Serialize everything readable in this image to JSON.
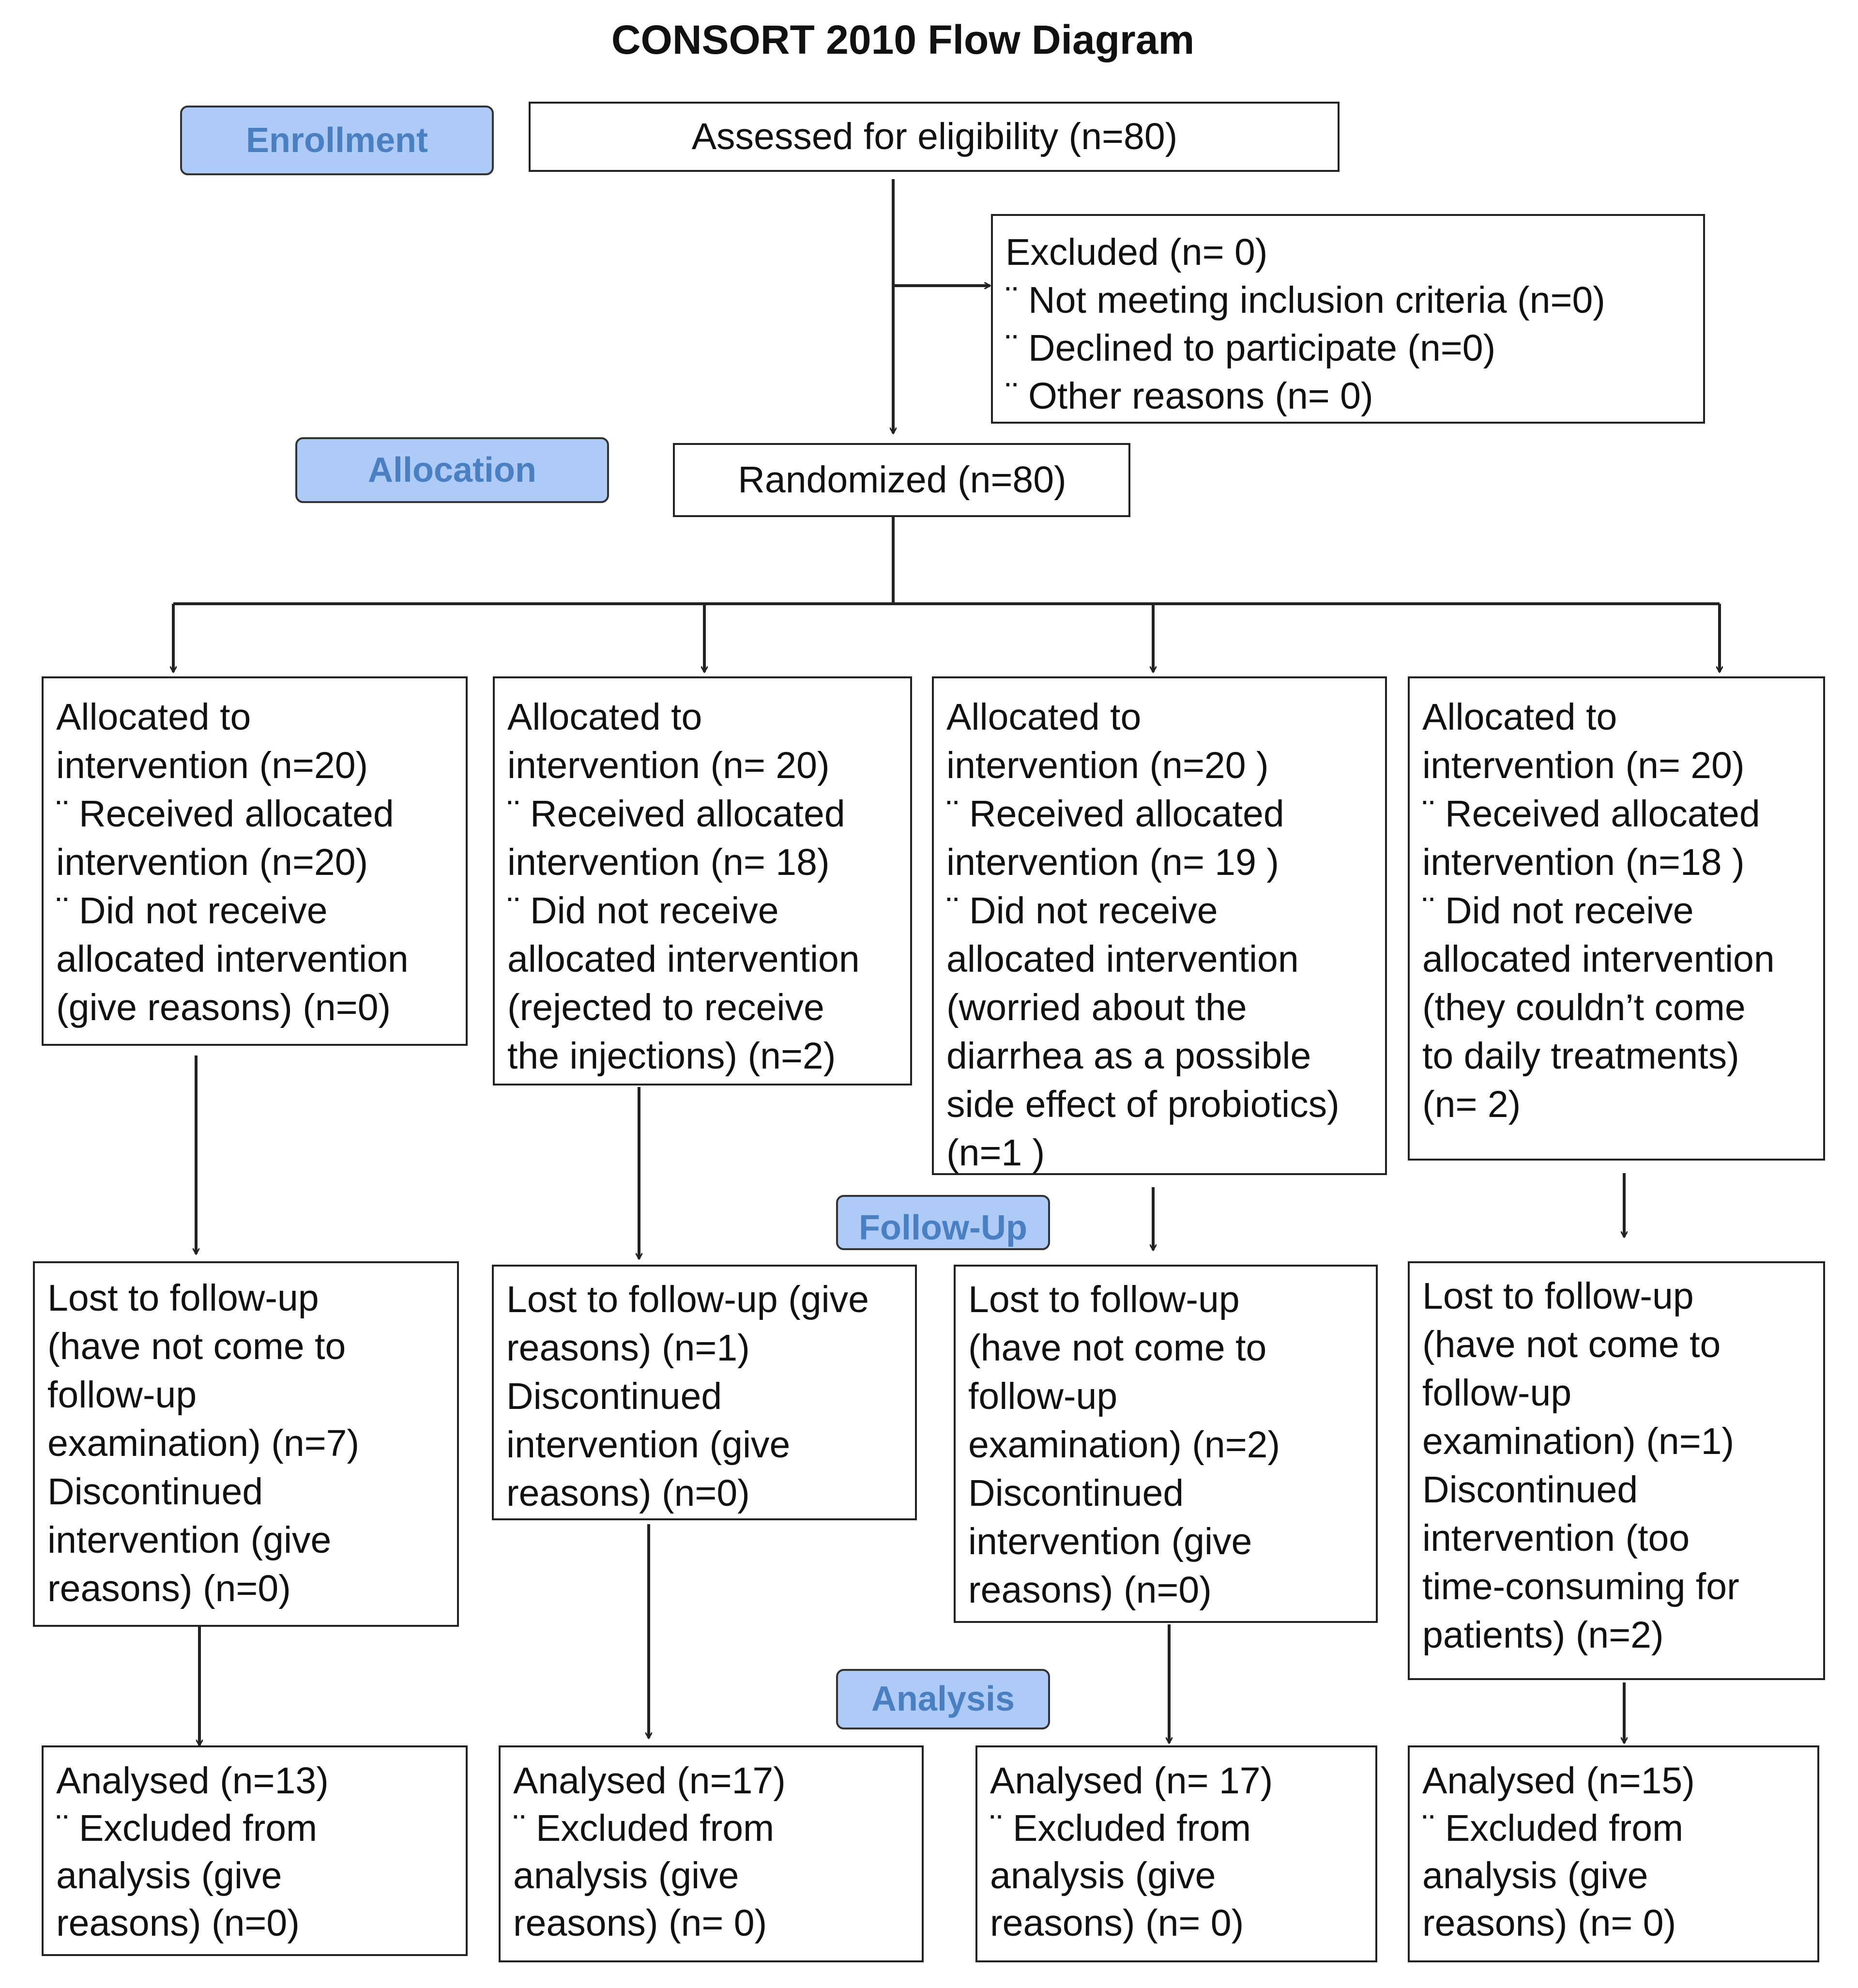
{
  "title": "CONSORT 2010 Flow Diagram",
  "stages": {
    "enrollment": "Enrollment",
    "allocation": "Allocation",
    "follow_up": "Follow-Up",
    "analysis": "Analysis"
  },
  "assessed": "Assessed for eligibility (n=80)",
  "excluded": [
    "Excluded  (n= 0)",
    "¨   Not meeting inclusion criteria (n=0)",
    "¨   Declined to participate (n=0)",
    "¨  Other reasons (n= 0)"
  ],
  "randomized": "Randomized (n=80)",
  "allocated": [
    [
      "Allocated to",
      "intervention (n=20)",
      "¨ Received allocated",
      "intervention (n=20)",
      "¨ Did not receive",
      "allocated intervention",
      "(give reasons) (n=0)"
    ],
    [
      "Allocated to",
      "intervention (n= 20)",
      "¨ Received allocated",
      "intervention (n= 18)",
      "¨ Did not receive",
      "allocated intervention",
      "(rejected to receive",
      "the injections) (n=2)"
    ],
    [
      "Allocated to",
      "intervention (n=20 )",
      "¨ Received allocated",
      "intervention (n= 19 )",
      "¨ Did not receive",
      "allocated intervention",
      "(worried about the",
      "diarrhea as a possible",
      "side effect of probiotics)",
      "(n=1 )"
    ],
    [
      "Allocated to",
      "intervention (n= 20)",
      "¨ Received allocated",
      "intervention (n=18 )",
      "¨ Did not receive",
      "allocated intervention",
      "(they couldn’t come",
      "to daily treatments)",
      "(n= 2)"
    ]
  ],
  "followup": [
    [
      "Lost to follow-up",
      "(have not come to",
      "follow-up",
      "examination) (n=7)",
      "Discontinued",
      "intervention (give",
      "reasons) (n=0)"
    ],
    [
      "Lost to follow-up (give",
      "reasons) (n=1)",
      "Discontinued",
      "intervention (give",
      "reasons) (n=0)"
    ],
    [
      "Lost to follow-up",
      "(have not come to",
      "follow-up",
      "examination) (n=2)",
      "Discontinued",
      "intervention (give",
      "reasons) (n=0)"
    ],
    [
      "Lost to follow-up",
      "(have not come to",
      "follow-up",
      "examination) (n=1)",
      "Discontinued",
      "intervention (too",
      "time-consuming for",
      "patients) (n=2)"
    ]
  ],
  "analysed": [
    [
      "Analysed  (n=13)",
      "¨ Excluded from",
      "analysis (give",
      "reasons) (n=0)"
    ],
    [
      "Analysed  (n=17)",
      "¨ Excluded from",
      "analysis (give",
      "reasons) (n= 0)"
    ],
    [
      "Analysed  (n= 17)",
      "¨ Excluded from",
      "analysis (give",
      "reasons) (n= 0)"
    ],
    [
      "Analysed  (n=15)",
      "¨ Excluded from",
      "analysis (give",
      "reasons) (n= 0)"
    ]
  ]
}
